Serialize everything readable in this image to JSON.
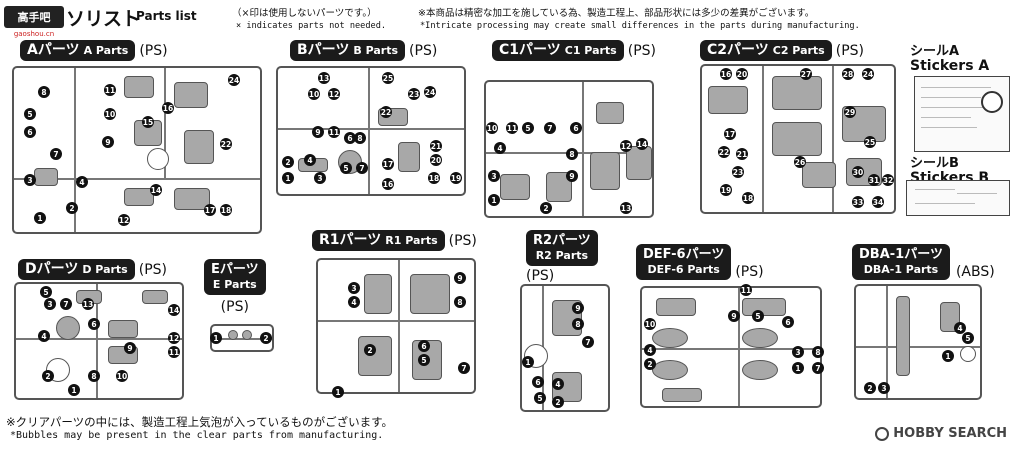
{
  "header": {
    "logo": "高手吧",
    "logo_sub": "gaoshou.cn",
    "title_jp": "ソリスト",
    "title_en": "Parts list",
    "note_x_jp": "（×印は使用しないパーツです。）",
    "note_x_en": "× indicates parts not needed.",
    "note_prec_jp": "※本商品は精密な加工を施している為、製造工程上、部品形状には多少の差異がございます。",
    "note_prec_en": "*Intricate processing may create small differences in the parts during manufacturing."
  },
  "parts": {
    "A": {
      "jp": "Aパーツ",
      "en": "A Parts",
      "mat": "(PS)"
    },
    "B": {
      "jp": "Bパーツ",
      "en": "B Parts",
      "mat": "(PS)"
    },
    "C1": {
      "jp": "C1パーツ",
      "en": "C1 Parts",
      "mat": "(PS)"
    },
    "C2": {
      "jp": "C2パーツ",
      "en": "C2 Parts",
      "mat": "(PS)"
    },
    "D": {
      "jp": "Dパーツ",
      "en": "D Parts",
      "mat": "(PS)"
    },
    "E": {
      "jp": "Eパーツ",
      "en": "E Parts",
      "mat": "(PS)"
    },
    "R1": {
      "jp": "R1パーツ",
      "en": "R1 Parts",
      "mat": "(PS)"
    },
    "R2": {
      "jp": "R2パーツ",
      "en": "R2 Parts",
      "mat": "(PS)"
    },
    "DEF6": {
      "jp": "DEF-6パーツ",
      "en": "DEF-6 Parts",
      "mat": "(PS)"
    },
    "DBA1": {
      "jp": "DBA-1パーツ",
      "en": "DBA-1 Parts",
      "mat": "(ABS)"
    }
  },
  "stickers": {
    "A": {
      "jp": "シールA",
      "en": "Stickers A"
    },
    "B": {
      "jp": "シールB",
      "en": "Stickers B"
    }
  },
  "footer": {
    "jp": "※クリアパーツの中には、製造工程上気泡が入っているものがございます。",
    "en": "*Bubbles may be present in the clear parts from manufacturing."
  },
  "watermark": "HOBBY SEARCH"
}
